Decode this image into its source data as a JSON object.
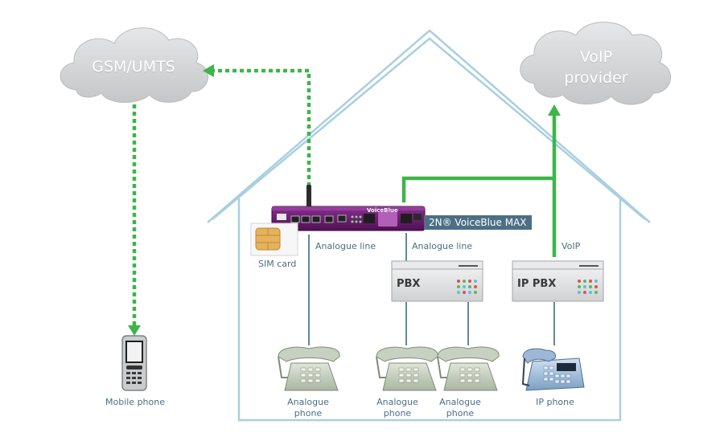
{
  "clouds": {
    "gsm": "GSM/UMTS",
    "voip_line1": "VoIP",
    "voip_line2": "provider"
  },
  "gateway": {
    "name": "2N® VoiceBlue MAX",
    "brand_on_device": "VoiceBlue"
  },
  "sim": {
    "label": "SIM card"
  },
  "connections": {
    "analogue_line_left": "Analogue line",
    "analogue_line_right": "Analogue line",
    "voip": "VoIP"
  },
  "pbx": {
    "left": "PBX",
    "right": "IP PBX"
  },
  "phones": {
    "mobile": "Mobile phone",
    "analogue1_l1": "Analogue",
    "analogue1_l2": "phone",
    "analogue2_l1": "Analogue",
    "analogue2_l2": "phone",
    "analogue3_l1": "Analogue",
    "analogue3_l2": "phone",
    "ip": "IP phone"
  },
  "colors": {
    "house_outline": "#a9cfe0",
    "wire": "#5a8aa3",
    "green_link": "#3cb54a",
    "device_purple": "#6a1b6e",
    "label_blue": "#4c6f86"
  }
}
